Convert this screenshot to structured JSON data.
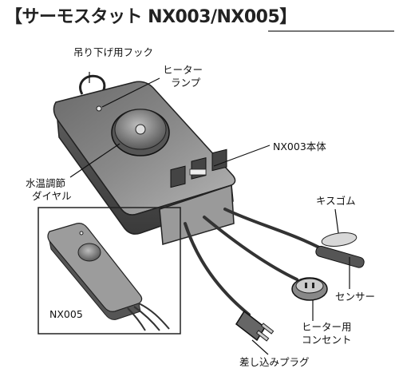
{
  "title": "【サーモスタット NX003/NX005】",
  "labels": {
    "hook": "吊り下げ用フック",
    "heater_lamp_1": "ヒーター",
    "heater_lamp_2": "ランプ",
    "body": "NX003本体",
    "dial_1": "水温調節",
    "dial_2": "ダイヤル",
    "sucker": "キスゴム",
    "sensor": "センサー",
    "outlet_1": "ヒーター用",
    "outlet_2": "コンセント",
    "plug": "差し込みプラグ",
    "nx005": "NX005"
  }
}
